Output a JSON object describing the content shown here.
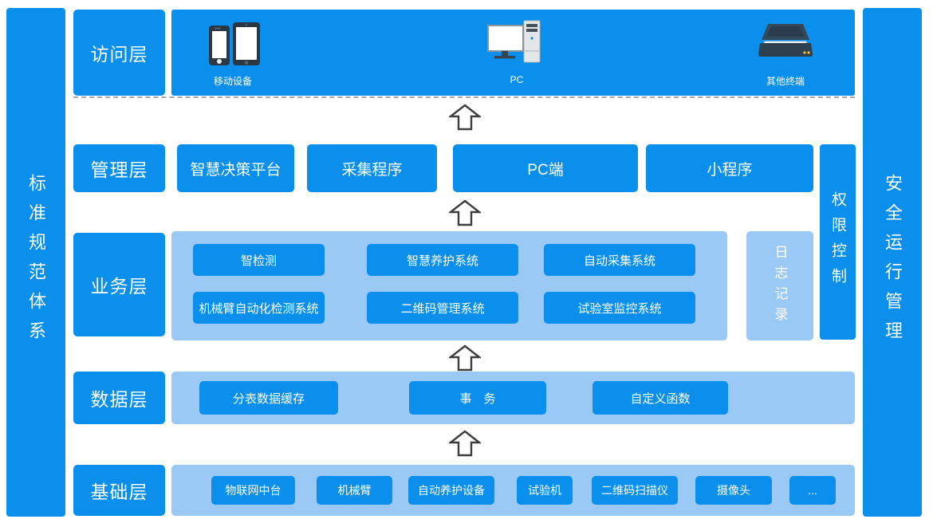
{
  "colors": {
    "primary_blue": "#0a90ec",
    "light_blue": "#9bc9f6",
    "arrow_outline": "#3d3d3d",
    "text": "#ffffff"
  },
  "side_left": {
    "label": "标准规范体系"
  },
  "side_right": {
    "label": "安全运行管理"
  },
  "permission_bar": {
    "label": "权限控制"
  },
  "log_box": {
    "label": "日志记录"
  },
  "layers": {
    "access": {
      "label": "访问层",
      "items": [
        {
          "icon": "mobile-devices-icon",
          "caption": "移动设备"
        },
        {
          "icon": "pc-icon",
          "caption": "PC"
        },
        {
          "icon": "scanner-icon",
          "caption": "其他终端"
        }
      ]
    },
    "management": {
      "label": "管理层",
      "items": [
        "智慧决策平台",
        "采集程序",
        "PC端",
        "小程序"
      ]
    },
    "business": {
      "label": "业务层",
      "rows": [
        [
          "智检测",
          "智慧养护系统",
          "自动采集系统"
        ],
        [
          "机械臂自动化检测系统",
          "二维码管理系统",
          "试验室监控系统"
        ]
      ]
    },
    "data": {
      "label": "数据层",
      "items": [
        "分表数据缓存",
        "事　务",
        "自定义函数"
      ]
    },
    "base": {
      "label": "基础层",
      "items": [
        "物联网中台",
        "机械臂",
        "自动养护设备",
        "试验机",
        "二维码扫描仪",
        "摄像头",
        "..."
      ]
    }
  }
}
